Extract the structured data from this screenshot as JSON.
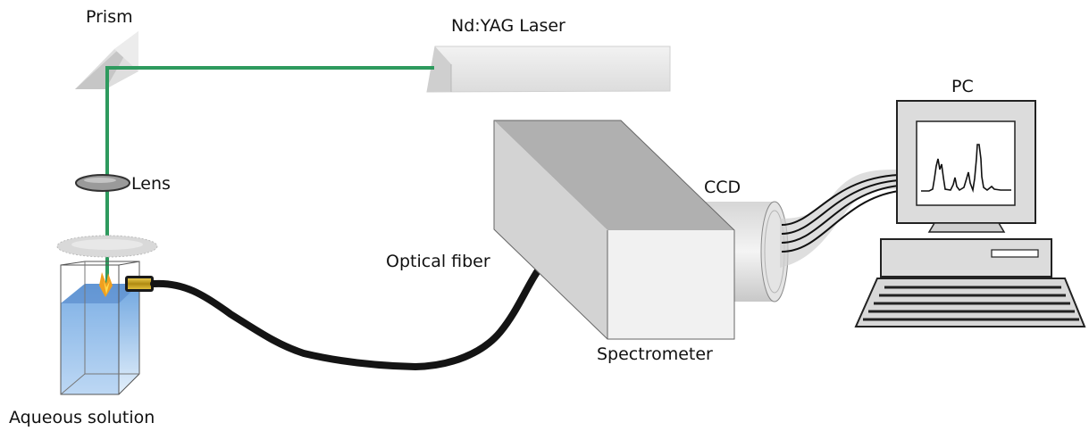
{
  "labels": {
    "prism": "Prism",
    "laser": "Nd:YAG Laser",
    "lens": "Lens",
    "optical_fiber": "Optical fiber",
    "spectrometer": "Spectrometer",
    "ccd": "CCD",
    "pc": "PC",
    "aqueous_solution": "Aqueous solution"
  },
  "colors": {
    "beam": "#2e9a5e",
    "solution": "#7fb2e6",
    "fiber": "#141414",
    "connector": "#c8a526",
    "spectrum_line": "#111111"
  }
}
